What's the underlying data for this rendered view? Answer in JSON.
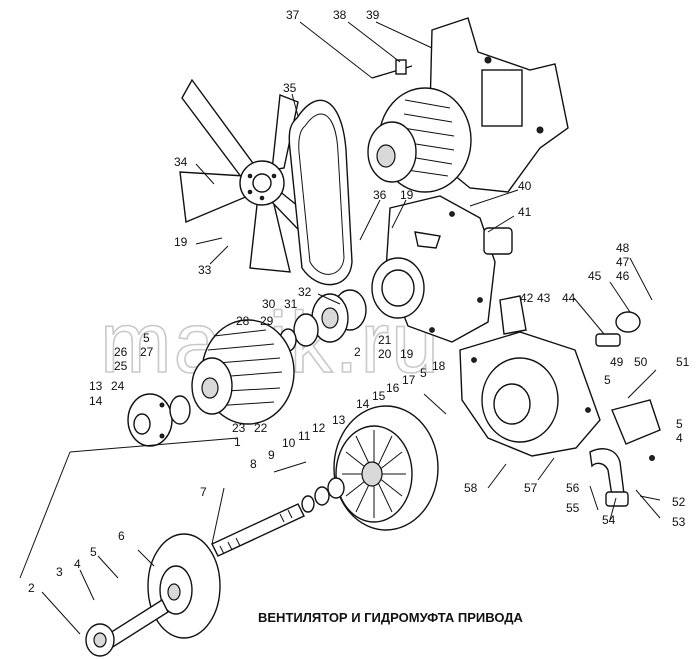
{
  "caption": "ВЕНТИЛЯТОР И ГИДРОМУФТА ПРИВОДА",
  "watermark": "mazik.ru",
  "components": [
    {
      "id": "fan",
      "name": "fan-impeller"
    },
    {
      "id": "belt",
      "name": "drive-belt"
    },
    {
      "id": "pump",
      "name": "pump-housing"
    },
    {
      "id": "coupling",
      "name": "fluid-coupling-housing"
    },
    {
      "id": "pulley",
      "name": "pulley"
    },
    {
      "id": "shaft",
      "name": "drive-shaft"
    },
    {
      "id": "flywheel",
      "name": "drive-gear"
    },
    {
      "id": "rotor",
      "name": "finned-rotor"
    },
    {
      "id": "rear",
      "name": "rear-housing"
    },
    {
      "id": "pipe",
      "name": "drain-pipe"
    }
  ],
  "labels": [
    {
      "id": "l37",
      "text": "37"
    },
    {
      "id": "l38",
      "text": "38"
    },
    {
      "id": "l39",
      "text": "39"
    },
    {
      "id": "l35",
      "text": "35"
    },
    {
      "id": "l34",
      "text": "34"
    },
    {
      "id": "l36",
      "text": "36"
    },
    {
      "id": "l19a",
      "text": "19"
    },
    {
      "id": "l19b",
      "text": "19"
    },
    {
      "id": "l33",
      "text": "33"
    },
    {
      "id": "l40",
      "text": "40"
    },
    {
      "id": "l41",
      "text": "41"
    },
    {
      "id": "l32",
      "text": "32"
    },
    {
      "id": "l30",
      "text": "30"
    },
    {
      "id": "l31",
      "text": "31"
    },
    {
      "id": "l29",
      "text": "29"
    },
    {
      "id": "l28",
      "text": "28"
    },
    {
      "id": "l5a",
      "text": "5"
    },
    {
      "id": "l27",
      "text": "27"
    },
    {
      "id": "l26",
      "text": "26"
    },
    {
      "id": "l25",
      "text": "25"
    },
    {
      "id": "l13a",
      "text": "13"
    },
    {
      "id": "l24",
      "text": "24"
    },
    {
      "id": "l14a",
      "text": "14"
    },
    {
      "id": "l23",
      "text": "23"
    },
    {
      "id": "l22",
      "text": "22"
    },
    {
      "id": "l2a",
      "text": "2"
    },
    {
      "id": "l21",
      "text": "21"
    },
    {
      "id": "l20",
      "text": "20"
    },
    {
      "id": "l19c",
      "text": "19"
    },
    {
      "id": "l18",
      "text": "18"
    },
    {
      "id": "l5b",
      "text": "5"
    },
    {
      "id": "l17",
      "text": "17"
    },
    {
      "id": "l16",
      "text": "16"
    },
    {
      "id": "l15",
      "text": "15"
    },
    {
      "id": "l14b",
      "text": "14"
    },
    {
      "id": "l13b",
      "text": "13"
    },
    {
      "id": "l12",
      "text": "12"
    },
    {
      "id": "l11",
      "text": "11"
    },
    {
      "id": "l10",
      "text": "10"
    },
    {
      "id": "l9",
      "text": "9"
    },
    {
      "id": "l8",
      "text": "8"
    },
    {
      "id": "l1",
      "text": "1"
    },
    {
      "id": "l7",
      "text": "7"
    },
    {
      "id": "l6",
      "text": "6"
    },
    {
      "id": "l5c",
      "text": "5"
    },
    {
      "id": "l4a",
      "text": "4"
    },
    {
      "id": "l3",
      "text": "3"
    },
    {
      "id": "l2b",
      "text": "2"
    },
    {
      "id": "l42",
      "text": "42"
    },
    {
      "id": "l43",
      "text": "43"
    },
    {
      "id": "l44",
      "text": "44"
    },
    {
      "id": "l45",
      "text": "45"
    },
    {
      "id": "l46",
      "text": "46"
    },
    {
      "id": "l47",
      "text": "47"
    },
    {
      "id": "l48",
      "text": "48"
    },
    {
      "id": "l49",
      "text": "49"
    },
    {
      "id": "l50",
      "text": "50"
    },
    {
      "id": "l51",
      "text": "51"
    },
    {
      "id": "l5d",
      "text": "5"
    },
    {
      "id": "l5e",
      "text": "5"
    },
    {
      "id": "l4b",
      "text": "4"
    },
    {
      "id": "l58",
      "text": "58"
    },
    {
      "id": "l57",
      "text": "57"
    },
    {
      "id": "l56",
      "text": "56"
    },
    {
      "id": "l55",
      "text": "55"
    },
    {
      "id": "l54",
      "text": "54"
    },
    {
      "id": "l52",
      "text": "52"
    },
    {
      "id": "l53",
      "text": "53"
    }
  ]
}
